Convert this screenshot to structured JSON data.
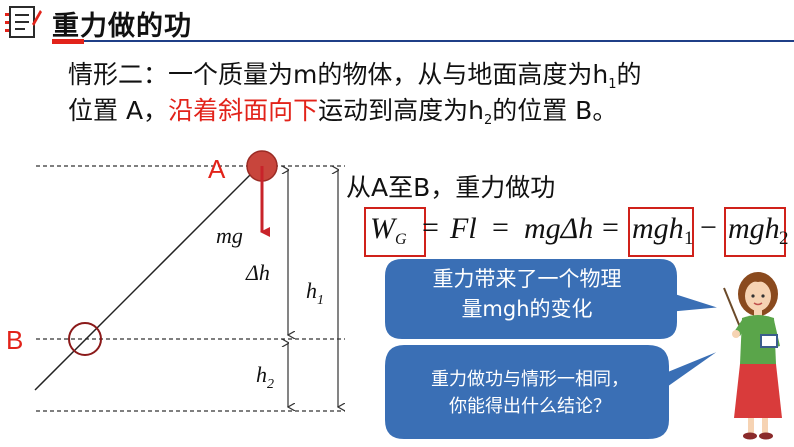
{
  "header": {
    "title": "重力做的功"
  },
  "intro": {
    "line1": "情形二：一个质量为m的物体，从与地面高度为h",
    "line1_sub": "1",
    "line1_tail": "的",
    "line2_a": "位置 A，",
    "line2_red": "沿着斜面向下",
    "line2_b": "运动到高度为h",
    "line2_sub": "2",
    "line2_tail": "的位置 B。"
  },
  "diagram": {
    "point_a": "A",
    "point_b": "B",
    "force_label": "mg",
    "delta_h": "Δh",
    "h1": "h",
    "h1_sub": "1",
    "h2": "h",
    "h2_sub": "2"
  },
  "formula": {
    "intro": "从A至B，重力做功",
    "wg": "W",
    "wg_sub": "G",
    "eq1": "=",
    "fl": "Fl",
    "eq2": "=",
    "mgdh": "mgΔh",
    "eq3": "=",
    "mgh1": "mgh",
    "sub1": "1",
    "minus": "−",
    "mgh2": "mgh",
    "sub2": "2"
  },
  "bubbles": {
    "b1_line1": "重力带来了一个物理",
    "b1_line2": "量mgh的变化",
    "b2_line1": "重力做功与情形一相同，",
    "b2_line2": "你能得出什么结论？"
  },
  "colors": {
    "accent_red": "#e2231a",
    "header_blue": "#1f3f87",
    "bubble_blue": "#3a6fb5",
    "ball_red": "#c8453c"
  }
}
